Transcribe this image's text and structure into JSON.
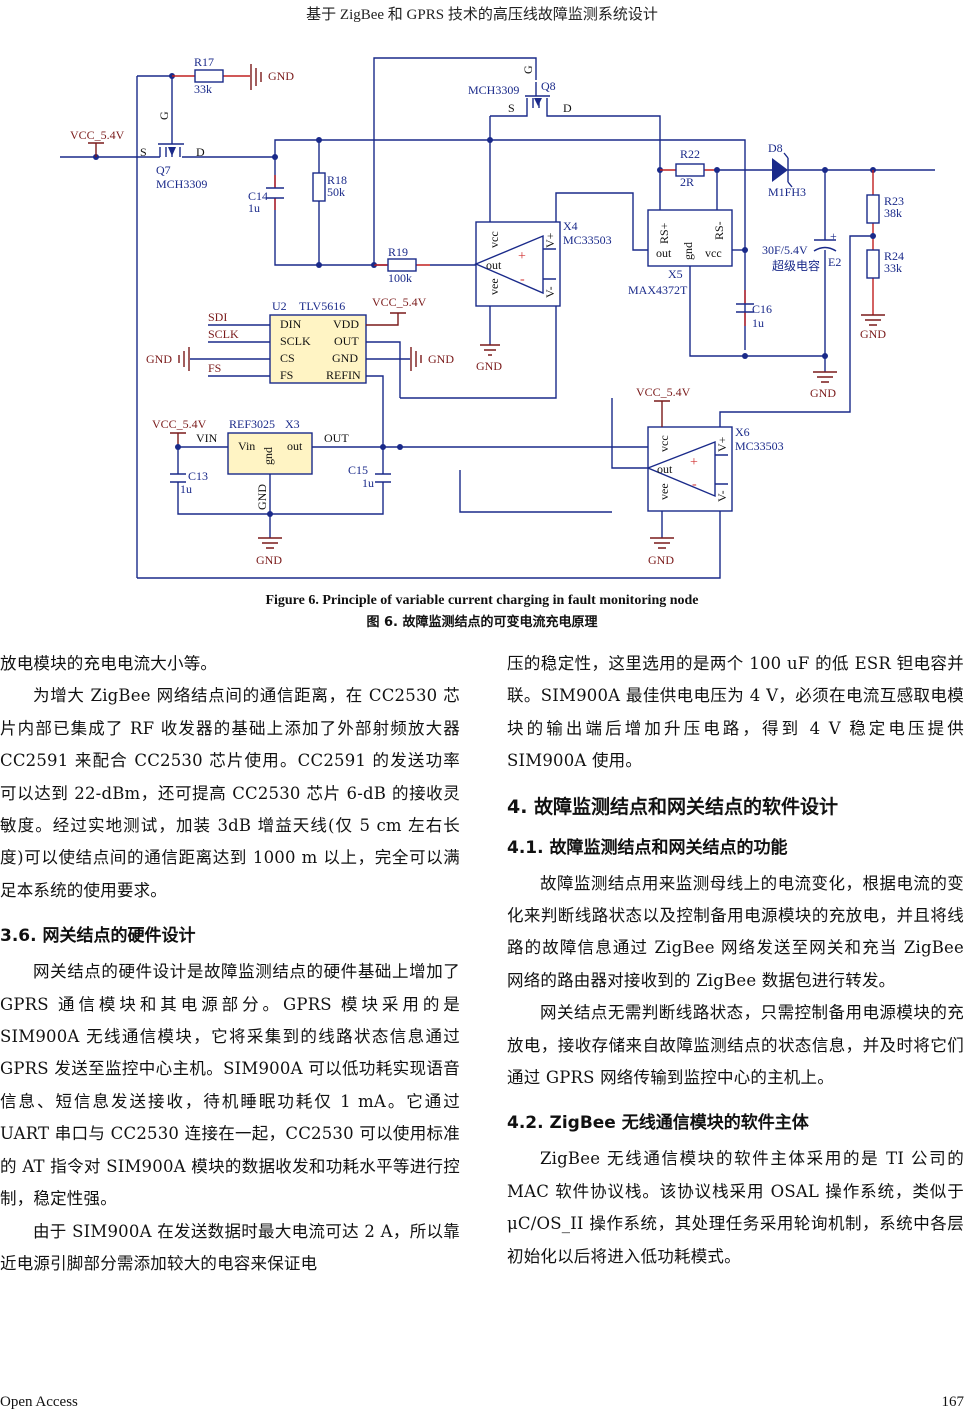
{
  "header": {
    "running_title": "基于 ZigBee 和 GPRS 技术的高压线故障监测系统设计"
  },
  "figure": {
    "caption_en": "Figure 6. Principle of variable current charging in fault monitoring node",
    "caption_zh": "图 6.  故障监测结点的可变电流充电原理",
    "colors": {
      "wire": "#1a2a8a",
      "power": "#7a1a1a",
      "chip_fill": "#fff4c4",
      "component": "#1a2a8a"
    },
    "labels": {
      "vcc1": "VCC_5.4V",
      "vcc2": "VCC_5.4V",
      "vcc3": "VCC_5.4V",
      "vcc4": "VCC_5.4V",
      "gnd": "GND",
      "r17": "R17",
      "r17v": "33k",
      "q7": "Q7",
      "q7part": "MCH3309",
      "s": "S",
      "d": "D",
      "g": "G",
      "c14": "C14",
      "c14v": "1u",
      "r18": "R18",
      "r18v": "50k",
      "r19": "R19",
      "r19v": "100k",
      "q8": "Q8",
      "q8part": "MCH3309",
      "x4": "X4",
      "x4part": "MC33503",
      "x6": "X6",
      "x6part": "MC33503",
      "vcc_pin": "vcc",
      "vee_pin": "vee",
      "out_pin": "out",
      "vplus": "V+",
      "vminus": "V-",
      "r22": "R22",
      "r22v": "2R",
      "d8": "D8",
      "d8part": "M1FH3",
      "x5": "X5",
      "x5part": "MAX4372T",
      "rsplus": "RS+",
      "rsminus": "RS-",
      "gnd_pin": "gnd",
      "c16": "C16",
      "c16v": "1u",
      "e2": "E2",
      "e2v": "30F/5.4V",
      "e2desc": "超级电容",
      "r23": "R23",
      "r23v": "38k",
      "r24": "R24",
      "r24v": "33k",
      "u2": "U2",
      "u2part": "TLV5616",
      "u2_left": [
        "DIN",
        "SCLK",
        "CS",
        "FS"
      ],
      "u2_right": [
        "VDD",
        "OUT",
        "GND",
        "REFIN"
      ],
      "sdi": "SDI",
      "sclk": "SCLK",
      "fs": "FS",
      "x3": "X3",
      "x3part": "REF3025",
      "vin": "VIN",
      "vin_pin": "Vin",
      "out_lbl": "OUT",
      "outp": "out",
      "c13": "C13",
      "c13v": "1u",
      "c15": "C15",
      "c15v": "1u"
    }
  },
  "left_column": {
    "p1": "放电模块的充电电流大小等。",
    "p2": "为增大 ZigBee 网络结点间的通信距离，在 CC2530 芯片内部已集成了 RF 收发器的基础上添加了外部射频放大器 CC2591 来配合 CC2530 芯片使用。CC2591 的发送功率可以达到 22-dBm，还可提高 CC2530 芯片 6-dB 的接收灵敏度。经过实地测试，加装 3dB 增益天线(仅 5 cm 左右长度)可以使结点间的通信距离达到 1000 m 以上，完全可以满足本系统的使用要求。",
    "h_3_6": "3.6.  网关结点的硬件设计",
    "p3": "网关结点的硬件设计是故障监测结点的硬件基础上增加了 GPRS 通信模块和其电源部分。GPRS 模块采用的是 SIM900A 无线通信模块，它将采集到的线路状态信息通过 GPRS 发送至监控中心主机。SIM900A 可以低功耗实现语音信息、短信息发送接收，待机睡眠功耗仅 1 mA。它通过 UART 串口与 CC2530 连接在一起，CC2530 可以使用标准的 AT 指令对 SIM900A 模块的数据收发和功耗水平等进行控制，稳定性强。",
    "p4": "由于 SIM900A 在发送数据时最大电流可达 2 A，所以靠近电源引脚部分需添加较大的电容来保证电"
  },
  "right_column": {
    "p1": "压的稳定性，这里选用的是两个 100 uF 的低 ESR 钽电容并联。SIM900A 最佳供电电压为 4 V，必须在电流互感取电模块的输出端后增加升压电路，得到 4 V 稳定电压提供 SIM900A 使用。",
    "h_4": "4.  故障监测结点和网关结点的软件设计",
    "h_4_1": "4.1.  故障监测结点和网关结点的功能",
    "p2": "故障监测结点用来监测母线上的电流变化，根据电流的变化来判断线路状态以及控制备用电源模块的充放电，并且将线路的故障信息通过 ZigBee 网络发送至网关和充当 ZigBee 网络的路由器对接收到的 ZigBee 数据包进行转发。",
    "p3": "网关结点无需判断线路状态，只需控制备用电源模块的充放电，接收存储来自故障监测结点的状态信息，并及时将它们通过 GPRS 网络传输到监控中心的主机上。",
    "h_4_2": "4.2. ZigBee 无线通信模块的软件主体",
    "p4": "ZigBee 无线通信模块的软件主体采用的是 TI 公司的 MAC 软件协议栈。该协议栈采用 OSAL 操作系统，类似于 μC/OS_II 操作系统，其处理任务采用轮询机制，系统中各层初始化以后将进入低功耗模式。"
  },
  "footer": {
    "left": "Open Access",
    "page_number": "167"
  }
}
